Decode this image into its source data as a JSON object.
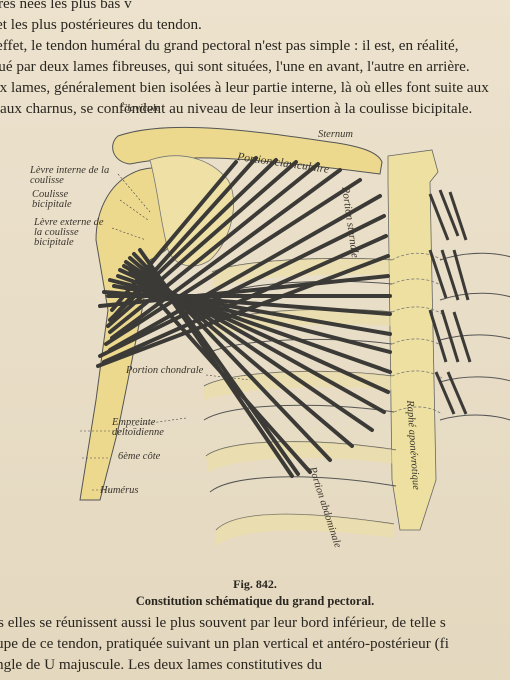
{
  "text_top": [
    "res nées les plus bas v",
    "et les plus postérieures du tendon.",
    "effet, le tendon huméral du grand pectoral n'est pas simple : il est, en réalité,",
    "tué par deux lames fibreuses, qui sont situées, l'une en avant, l'autre en arrière.",
    "ux lames, généralement bien isolées à leur partie interne, là où elles font suite aux",
    "aux charnus, se confondent au niveau de leur insertion à la coulisse bicipitale."
  ],
  "figure": {
    "labels": {
      "clavicule": "Clavicule",
      "sternum": "Sternum",
      "portion_claviculaire": "Portion claviculaire",
      "levre_interne": "Lèvre interne de la coulisse",
      "coulisse_bicipitale": "Coulisse bicipitale",
      "levre_externe": "Lèvre externe de la coulisse bicipitale",
      "portion_sternale": "Portion sternale",
      "portion_chondrale": "Portion chondrale",
      "empreinte_deltoidienne": "Empreinte deltoïdienne",
      "sixieme_cote": "6ème côte",
      "humerus": "Humérus",
      "portion_abdominale": "Portion abdominale",
      "raphe_aponevrotique": "Raphé aponévrotique"
    },
    "fig_number": "Fig. 842.",
    "caption": "Constitution schématique du grand pectoral."
  },
  "text_bottom": [
    "s elles se réunissent aussi le plus souvent par leur bord inférieur, de telle s",
    "upe de ce tendon, pratiquée suivant un plan vertical et antéro-postérieur (fi",
    "ngle de U majuscule. Les deux lames constitutives du"
  ],
  "colors": {
    "paper": "#e9dec8",
    "bone_yellow": "#ead98a",
    "muscle": "#3b3a36",
    "ink": "#2a2620"
  }
}
